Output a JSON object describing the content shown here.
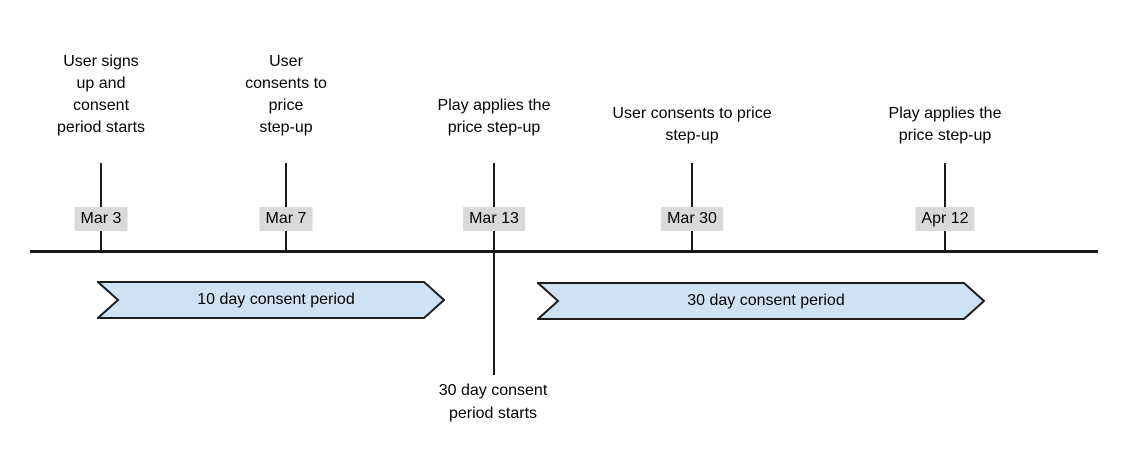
{
  "colors": {
    "arrow-fill": "#cfe2f3",
    "arrow-stroke": "#1c1c1c",
    "date-bg": "#d9d9d9",
    "line": "#1a1a1a",
    "text": "#000000"
  },
  "timeline": {
    "milestones": [
      {
        "date": "Mar 3",
        "label": "User signs\nup and\nconsent\nperiod starts"
      },
      {
        "date": "Mar 7",
        "label": "User\nconsents to\nprice\nstep-up"
      },
      {
        "date": "Mar 13",
        "label": "Play applies the\nprice step-up",
        "note": "30 day consent\nperiod starts"
      },
      {
        "date": "Mar 30",
        "label": "User consents to price\nstep-up"
      },
      {
        "date": "Apr 12",
        "label": "Play applies the\nprice step-up"
      }
    ],
    "periods": [
      {
        "label": "10 day consent period"
      },
      {
        "label": "30 day consent period"
      }
    ]
  }
}
